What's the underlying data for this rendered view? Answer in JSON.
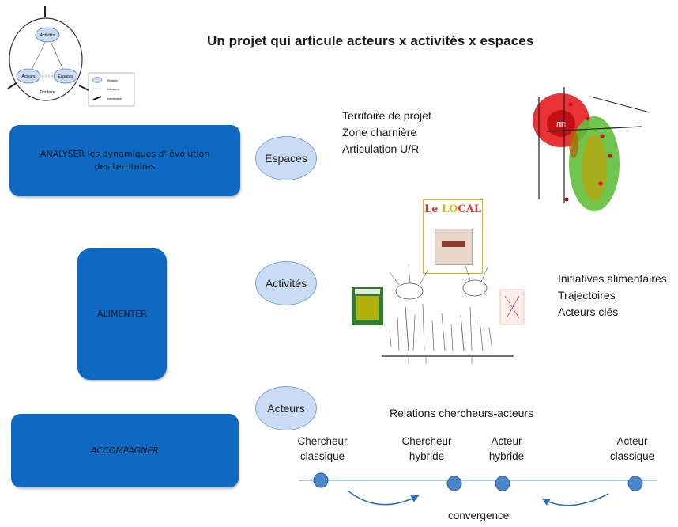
{
  "title": "Un projet qui articule acteurs x activités x espaces",
  "boxes": {
    "analyser": {
      "lead": "ANALYSER",
      "rest": " les dynamiques d' évolution",
      "line2": "des territoires"
    },
    "alimenter": "ALIMENTER",
    "accompagner": "ACCOMPAGNER"
  },
  "ellipses": {
    "espaces": "Espaces",
    "activites": "Activités",
    "acteurs": "Acteurs"
  },
  "espaces_items": [
    "Territoire de projet",
    "Zone charnière",
    "Articulation U/R"
  ],
  "activites_items": [
    "Initiatives alimentaires",
    "Trajectoires",
    "Acteurs clés"
  ],
  "relations": {
    "title": "Relations chercheurs-acteurs",
    "points": [
      {
        "l1": "Chercheur",
        "l2": "classique"
      },
      {
        "l1": "Chercheur",
        "l2": "hybride"
      },
      {
        "l1": "Acteur",
        "l2": "hybride"
      },
      {
        "l1": "Acteur",
        "l2": "classique"
      }
    ],
    "convergence": "convergence"
  },
  "mini_diagram": {
    "nodes": [
      "Activités",
      "Acteurs",
      "Espaces"
    ],
    "bottom": "Territoire",
    "legend": [
      "Relation",
      "Influence",
      "Interrelation"
    ]
  },
  "logo": "Le LOCAL",
  "colors": {
    "box_blue": "#0f68c2",
    "ellipse_fill": "#c9dcf3",
    "node_blue": "#4a86c9",
    "map_red": "#e8282b",
    "map_green": "#5fbf3a"
  }
}
